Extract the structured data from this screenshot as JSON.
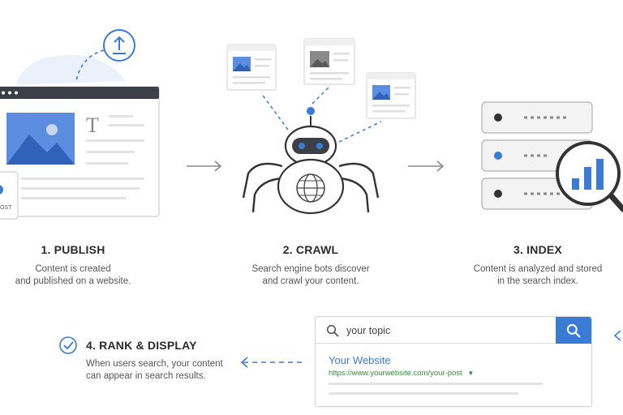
{
  "steps": {
    "publish": {
      "title": "1. PUBLISH",
      "desc_line1": "Content is created",
      "desc_line2": "and published on a website."
    },
    "crawl": {
      "title": "2. CRAWL",
      "desc_line1": "Search engine bots discover",
      "desc_line2": "and crawl your content."
    },
    "index": {
      "title": "3. INDEX",
      "desc_line1": "Content is analyzed and stored",
      "desc_line2": "in the search index."
    },
    "rank": {
      "title": "4. RANK & DISPLAY",
      "desc_line1": "When users search, your content",
      "desc_line2": "can appear in search results."
    }
  },
  "post_badge": "OST",
  "search": {
    "query": "your topic",
    "result_title": "Your Website",
    "result_url": "https://www.yourwebsite.com/your-post"
  },
  "colors": {
    "accent": "#3a7bd5",
    "dark": "#333333",
    "gray": "#9a9a9a",
    "light": "#eeeeee",
    "green": "#3a8a3a"
  },
  "icons": {
    "upload": "upload-icon",
    "check": "check-circle-icon",
    "search": "search-icon",
    "magnifier": "magnifier-icon",
    "robot": "spider-robot-icon",
    "globe": "globe-icon",
    "server": "server-stack-icon"
  }
}
